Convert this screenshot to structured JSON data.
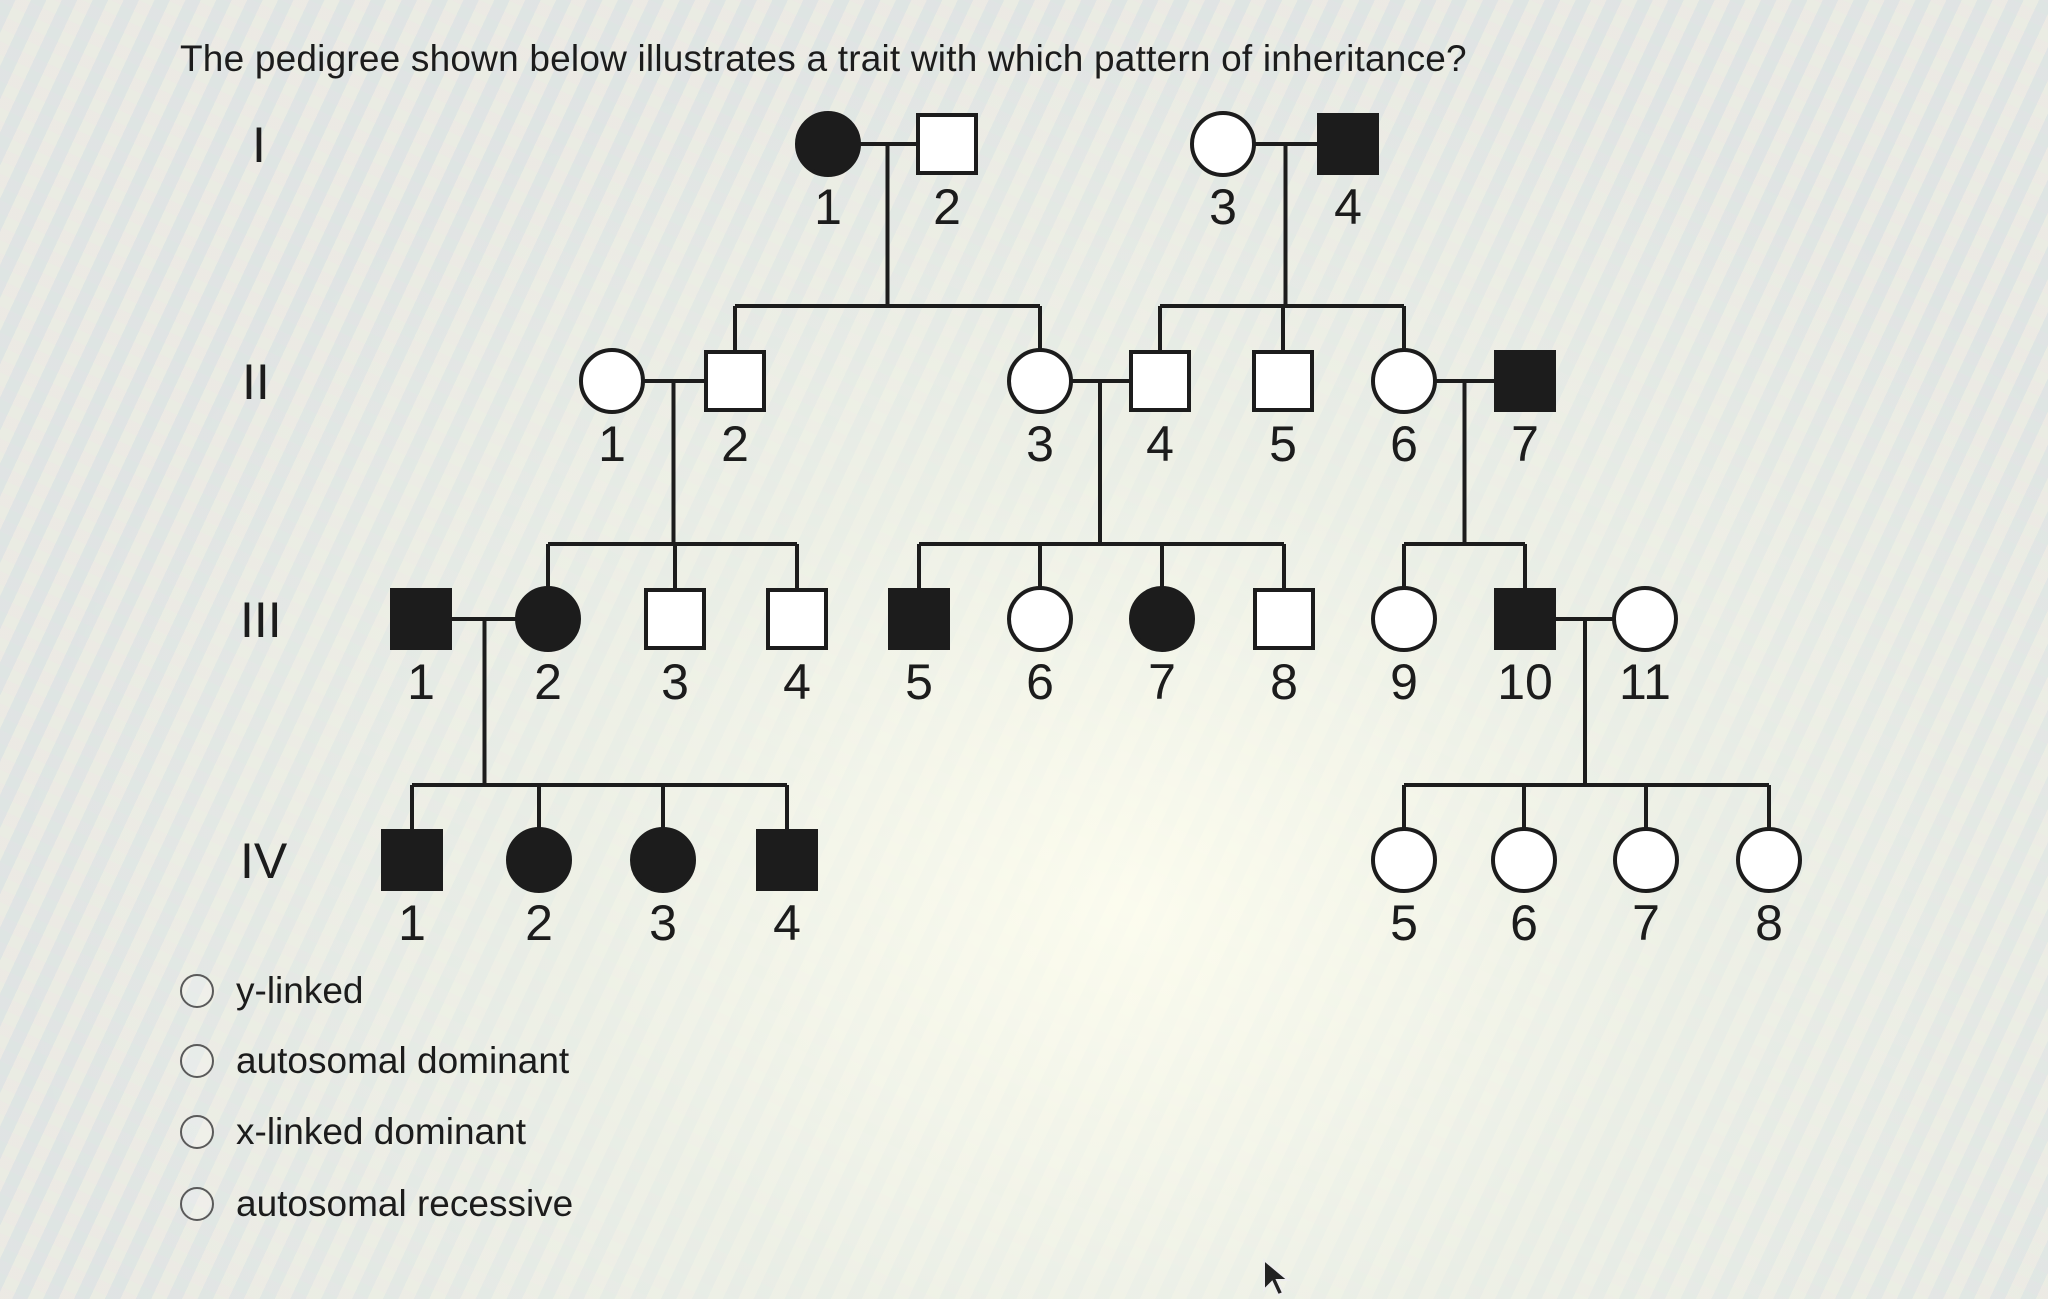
{
  "question": "The pedigree shown below illustrates a trait with which pattern of inheritance?",
  "pedigree": {
    "generations": [
      {
        "label": "I",
        "members": [
          {
            "id": "I-1",
            "num": "1",
            "sex": "female",
            "affected": true
          },
          {
            "id": "I-2",
            "num": "2",
            "sex": "male",
            "affected": false
          },
          {
            "id": "I-3",
            "num": "3",
            "sex": "female",
            "affected": false
          },
          {
            "id": "I-4",
            "num": "4",
            "sex": "male",
            "affected": true
          }
        ]
      },
      {
        "label": "II",
        "members": [
          {
            "id": "II-1",
            "num": "1",
            "sex": "female",
            "affected": false
          },
          {
            "id": "II-2",
            "num": "2",
            "sex": "male",
            "affected": false
          },
          {
            "id": "II-3",
            "num": "3",
            "sex": "female",
            "affected": false
          },
          {
            "id": "II-4",
            "num": "4",
            "sex": "male",
            "affected": false
          },
          {
            "id": "II-5",
            "num": "5",
            "sex": "male",
            "affected": false
          },
          {
            "id": "II-6",
            "num": "6",
            "sex": "female",
            "affected": false
          },
          {
            "id": "II-7",
            "num": "7",
            "sex": "male",
            "affected": true
          }
        ]
      },
      {
        "label": "III",
        "members": [
          {
            "id": "III-1",
            "num": "1",
            "sex": "male",
            "affected": true
          },
          {
            "id": "III-2",
            "num": "2",
            "sex": "female",
            "affected": true
          },
          {
            "id": "III-3",
            "num": "3",
            "sex": "male",
            "affected": false
          },
          {
            "id": "III-4",
            "num": "4",
            "sex": "male",
            "affected": false
          },
          {
            "id": "III-5",
            "num": "5",
            "sex": "male",
            "affected": true
          },
          {
            "id": "III-6",
            "num": "6",
            "sex": "female",
            "affected": false
          },
          {
            "id": "III-7",
            "num": "7",
            "sex": "female",
            "affected": true
          },
          {
            "id": "III-8",
            "num": "8",
            "sex": "male",
            "affected": false
          },
          {
            "id": "III-9",
            "num": "9",
            "sex": "female",
            "affected": false
          },
          {
            "id": "III-10",
            "num": "10",
            "sex": "male",
            "affected": true
          },
          {
            "id": "III-11",
            "num": "11",
            "sex": "female",
            "affected": false
          }
        ]
      },
      {
        "label": "IV",
        "members": [
          {
            "id": "IV-1",
            "num": "1",
            "sex": "male",
            "affected": true
          },
          {
            "id": "IV-2",
            "num": "2",
            "sex": "female",
            "affected": true
          },
          {
            "id": "IV-3",
            "num": "3",
            "sex": "female",
            "affected": true
          },
          {
            "id": "IV-4",
            "num": "4",
            "sex": "male",
            "affected": true
          },
          {
            "id": "IV-5",
            "num": "5",
            "sex": "female",
            "affected": false
          },
          {
            "id": "IV-6",
            "num": "6",
            "sex": "female",
            "affected": false
          },
          {
            "id": "IV-7",
            "num": "7",
            "sex": "female",
            "affected": false
          },
          {
            "id": "IV-8",
            "num": "8",
            "sex": "female",
            "affected": false
          }
        ]
      }
    ],
    "matings": [
      {
        "parents": [
          "I-1",
          "I-2"
        ],
        "children": [
          "II-2",
          "II-3"
        ]
      },
      {
        "parents": [
          "I-3",
          "I-4"
        ],
        "children": [
          "II-4",
          "II-5",
          "II-6"
        ]
      },
      {
        "parents": [
          "II-1",
          "II-2"
        ],
        "children": [
          "III-2",
          "III-3",
          "III-4"
        ]
      },
      {
        "parents": [
          "II-3",
          "II-4"
        ],
        "children": [
          "III-5",
          "III-6",
          "III-7",
          "III-8"
        ]
      },
      {
        "parents": [
          "II-6",
          "II-7"
        ],
        "children": [
          "III-9",
          "III-10"
        ]
      },
      {
        "parents": [
          "III-1",
          "III-2"
        ],
        "children": [
          "IV-1",
          "IV-2",
          "IV-3",
          "IV-4"
        ]
      },
      {
        "parents": [
          "III-10",
          "III-11"
        ],
        "children": [
          "IV-5",
          "IV-6",
          "IV-7",
          "IV-8"
        ]
      }
    ]
  },
  "options": [
    {
      "label": "y-linked"
    },
    {
      "label": "autosomal dominant"
    },
    {
      "label": "x-linked dominant"
    },
    {
      "label": "autosomal recessive"
    }
  ]
}
